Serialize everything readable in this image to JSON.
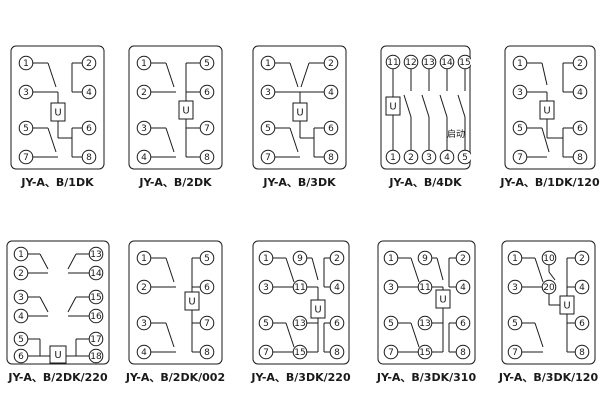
{
  "sheet": {
    "background": "#ffffff",
    "ink": "#1a1a1a"
  },
  "coil_symbol": "U",
  "diagrams": [
    {
      "id": "1dk",
      "label": "JY-A、B/1DK",
      "terminals": [
        "1",
        "3",
        "5",
        "7",
        "2",
        "4",
        "6",
        "8"
      ]
    },
    {
      "id": "2dk",
      "label": "JY-A、B/2DK",
      "terminals": [
        "1",
        "2",
        "3",
        "4",
        "5",
        "6",
        "7",
        "8"
      ]
    },
    {
      "id": "3dk",
      "label": "JY-A、B/3DK",
      "terminals": [
        "1",
        "3",
        "5",
        "7",
        "2",
        "4",
        "6",
        "8"
      ]
    },
    {
      "id": "4dk",
      "label": "JY-A、B/4DK",
      "terminals": [
        "11",
        "12",
        "13",
        "14",
        "15",
        "1",
        "2",
        "3",
        "4",
        "5"
      ],
      "note": "启动"
    },
    {
      "id": "1dk-120",
      "label": "JY-A、B/1DK/120",
      "terminals": [
        "1",
        "3",
        "5",
        "7",
        "2",
        "4",
        "6",
        "8"
      ]
    },
    {
      "id": "2dk-220",
      "label": "JY-A、B/2DK/220",
      "terminals": [
        "1",
        "2",
        "3",
        "4",
        "5",
        "6",
        "13",
        "14",
        "15",
        "16",
        "17",
        "18"
      ]
    },
    {
      "id": "2dk-002",
      "label": "JY-A、B/2DK/002",
      "terminals": [
        "1",
        "2",
        "3",
        "4",
        "5",
        "6",
        "7",
        "8"
      ]
    },
    {
      "id": "3dk-220",
      "label": "JY-A、B/3DK/220",
      "terminals": [
        "1",
        "3",
        "5",
        "7",
        "9",
        "11",
        "13",
        "15",
        "2",
        "4",
        "6",
        "8"
      ]
    },
    {
      "id": "3dk-310",
      "label": "JY-A、B/3DK/310",
      "terminals": [
        "1",
        "3",
        "5",
        "7",
        "9",
        "11",
        "13",
        "15",
        "2",
        "4",
        "6",
        "8"
      ]
    },
    {
      "id": "3dk-120",
      "label": "JY-A、B/3DK/120",
      "terminals": [
        "1",
        "3",
        "5",
        "7",
        "10",
        "20",
        "2",
        "4",
        "6",
        "8"
      ]
    }
  ]
}
